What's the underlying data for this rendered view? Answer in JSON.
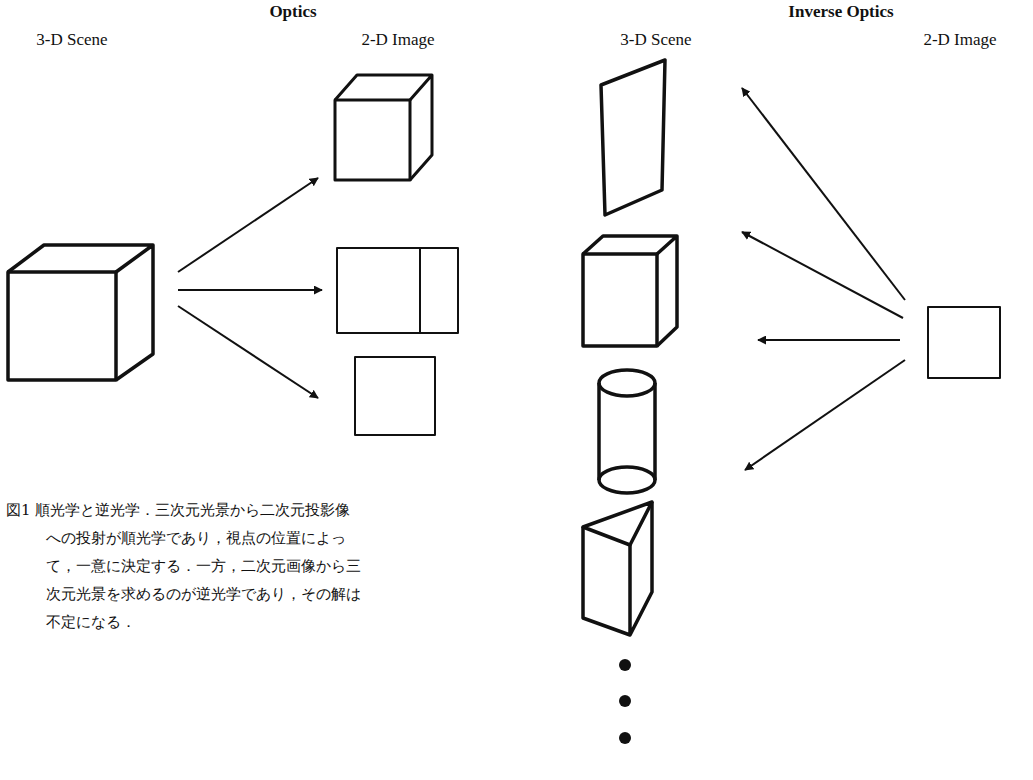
{
  "diagram": {
    "caption": "図1 順光学と逆光学．三次元光景から二次元投影像への投射が順光学であり，視点の位置によって，一意に決定する．一方，二次元画像から三次元光景を求めるのが逆光学であり，その解は不定になる．",
    "labels": [
      "Optics",
      "3-D Scene",
      "2-D Image",
      "Inverse Optics",
      "3-D Scene",
      "2-D Image"
    ]
  }
}
